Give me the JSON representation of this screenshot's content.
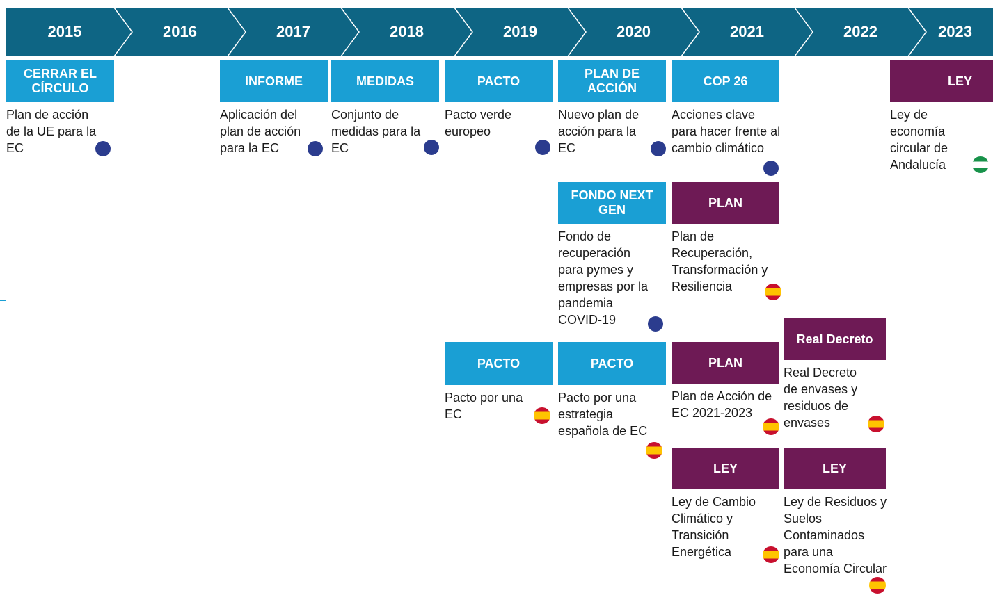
{
  "timeline": {
    "years": [
      "2015",
      "2016",
      "2017",
      "2018",
      "2019",
      "2020",
      "2021",
      "2022",
      "2023"
    ]
  },
  "cards": {
    "c2015": {
      "head": "CERRAR EL CÍRCULO",
      "desc": "Plan de acción de la UE para la EC",
      "icon": "eu-flag-icon"
    },
    "c2017": {
      "head": "INFORME",
      "desc": "Aplicación del plan de acción para la EC",
      "icon": "eu-flag-icon"
    },
    "c2018": {
      "head": "MEDIDAS",
      "desc": "Conjunto de medidas para la EC",
      "icon": "eu-flag-icon"
    },
    "c2019a": {
      "head": "PACTO",
      "desc": "Pacto verde europeo",
      "icon": "eu-flag-icon"
    },
    "c2020a": {
      "head": "PLAN DE ACCIÓN",
      "desc": "Nuevo plan de acción para la EC",
      "icon": "eu-flag-icon"
    },
    "c2021a": {
      "head": "COP 26",
      "desc": "Acciones clave para hacer frente al cambio climático",
      "icon": "eu-flag-icon"
    },
    "c2023": {
      "head": "LEY",
      "desc": "Ley de economía circular de Andalucía",
      "icon": "andalucia-flag-icon"
    },
    "c2020b": {
      "head": "FONDO NEXT GEN",
      "desc": "Fondo de recuperación para pymes y empresas por la pandemia COVID-19",
      "icon": "eu-flag-icon"
    },
    "c2021b": {
      "head": "PLAN",
      "desc": "Plan de Recuperación, Transformación y Resiliencia",
      "icon": "spain-flag-icon"
    },
    "c2022a": {
      "head": "Real Decreto",
      "desc": "Real Decreto de envases y residuos de envases",
      "icon": "spain-flag-icon"
    },
    "c2019b": {
      "head": "PACTO",
      "desc": "Pacto por una EC",
      "icon": "spain-flag-icon"
    },
    "c2020c": {
      "head": "PACTO",
      "desc": "Pacto por una estrategia española de EC",
      "icon": "spain-flag-icon"
    },
    "c2021c": {
      "head": "PLAN",
      "desc": "Plan de Acción de EC 2021-2023",
      "icon": "spain-flag-icon"
    },
    "c2021d": {
      "head": "LEY",
      "desc": "Ley de Cambio Climático y Transición Energética",
      "icon": "spain-flag-icon"
    },
    "c2022b": {
      "head": "LEY",
      "desc": "Ley de Residuos y Suelos Contaminados para una Economía Circular",
      "icon": "spain-flag-icon"
    }
  },
  "colors": {
    "year_bar": "#0e6584",
    "chevron_line": "#ffffff",
    "eu_header": "#1a9fd4",
    "national_header": "#6e1a55",
    "eu_flag": "#2b3c8e"
  }
}
